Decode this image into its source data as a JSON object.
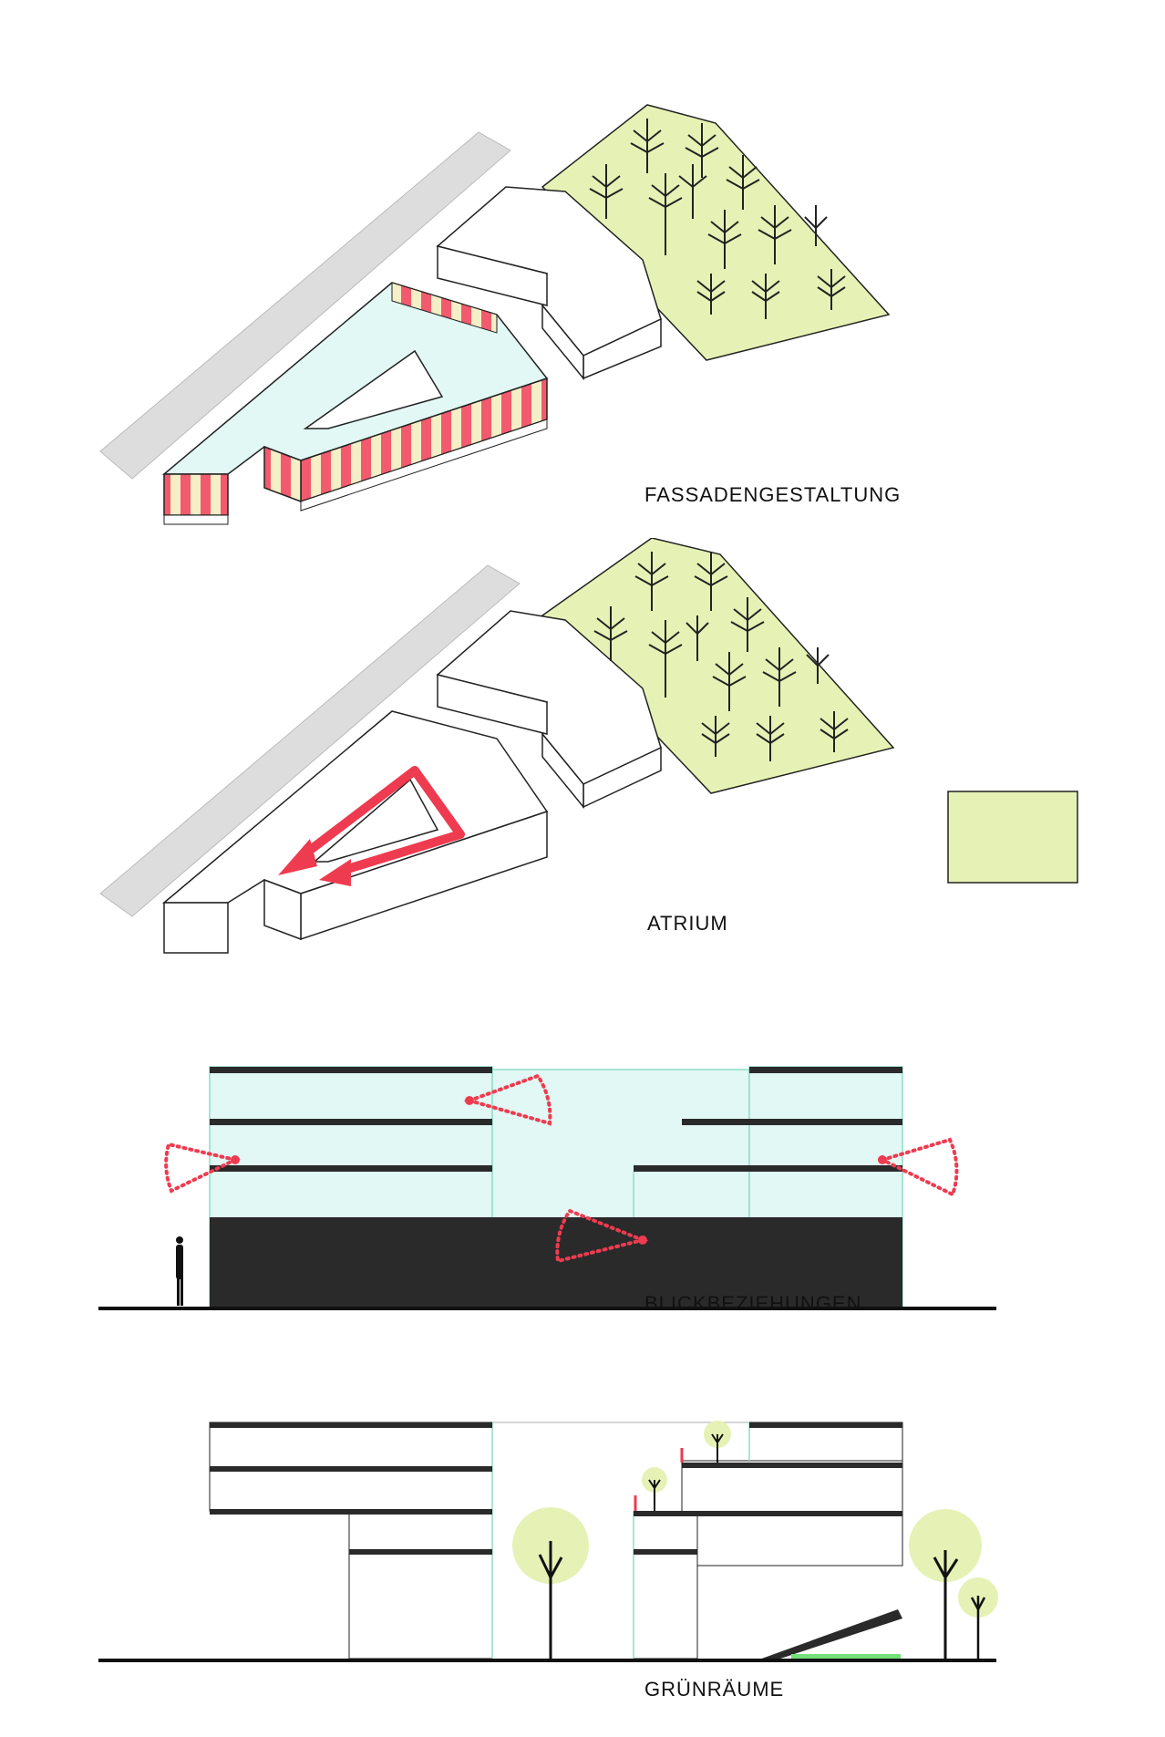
{
  "panels": [
    {
      "caption": "FASSADENGESTALTUNG"
    },
    {
      "caption": "ATRIUM"
    },
    {
      "caption": "BLICKBEZIEHUNGEN"
    },
    {
      "caption": "GRÜNRÄUME"
    }
  ],
  "colors": {
    "green_area": "#e6f2b5",
    "road": "#dddddd",
    "cyan": "#e1f8f4",
    "cyan_line": "#8fdcc8",
    "pink": "#f25a6e",
    "stripe_light": "#f4efc6",
    "arrow_red": "#ee3b50",
    "dark": "#2a2a2a",
    "grass": "#74e07a"
  },
  "icons": [
    "tree-icon",
    "person-silhouette-icon",
    "view-cone-icon",
    "arrow-icon"
  ]
}
